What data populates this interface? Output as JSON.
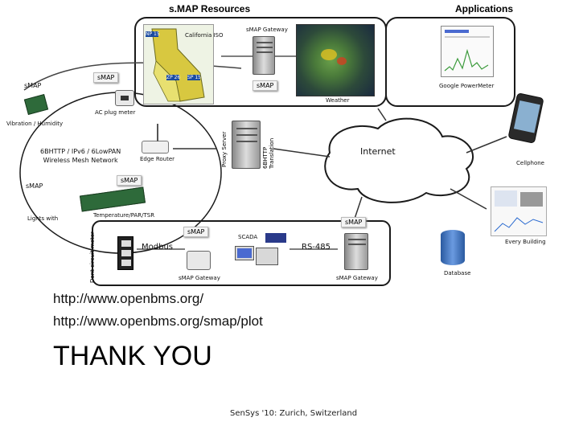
{
  "headers": {
    "resources": "s.MAP Resources",
    "applications": "Applications"
  },
  "top_labels": {
    "california_iso": "California ISO",
    "smap_gateway_top": "sMAP Gateway",
    "smap_left_badge": "sMAP",
    "smap_outer_left": "sMAP",
    "smap_weather_badge": "sMAP",
    "weather": "Weather",
    "google_powermeter": "Google PowerMeter",
    "ac_plug_meter": "AC plug meter",
    "map_region_1": "NP 15",
    "map_region_2": "ZP 26",
    "map_region_3": "SP 15"
  },
  "middle_labels": {
    "vibration_humidity": "Vibration / Humidity",
    "mesh_network": "6BHTTP / IPv6 / 6LowPAN\nWireless Mesh Network",
    "edge_router": "Edge Router",
    "proxy_server": "Proxy Server",
    "translation": "6BHTTP Translation",
    "internet": "Internet",
    "cellphone": "Cellphone",
    "smap_mesh_badge": "sMAP",
    "smap_mesh_left": "sMAP",
    "temperature": "Temperature/PAR/TSR",
    "lights_with": "Lights with",
    "dent_meter": "Dent circuit meter",
    "smap_bottom_left_badge": "sMAP",
    "smap_bottom_right_badge": "sMAP",
    "every_building": "Every Building",
    "scada": "SCADA",
    "modbus": "Modbus",
    "rs485": "RS-485",
    "smap_gateway_left": "sMAP Gateway",
    "smap_gateway_right": "sMAP Gateway",
    "database": "Database"
  },
  "links": {
    "url1": "http://www.openbms.org/",
    "url2": "http://www.openbms.org/smap/plot"
  },
  "closing": {
    "thank_you": "THANK YOU",
    "footer": "SenSys '10: Zurich, Switzerland"
  },
  "colors": {
    "frame": "#1a1a1a",
    "map_yellow": "#d8c840",
    "map_blue": "#1a4aa0",
    "weather_green": "#4a7a3a",
    "board_green": "#2e6a3a",
    "server_gray": "#b8b8b8",
    "database_blue": "#3f7fd0"
  }
}
